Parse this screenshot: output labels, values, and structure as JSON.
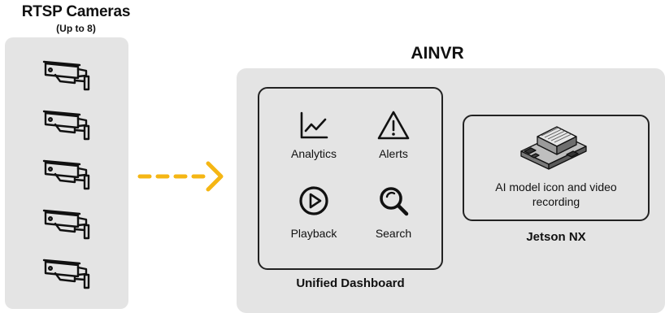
{
  "cameras": {
    "title": "RTSP Cameras",
    "subtitle": "(Up to 8)",
    "count": 5,
    "icon": "security-camera-icon"
  },
  "flow_arrow": {
    "icon": "dashed-arrow-right-icon",
    "color": "#f5b614"
  },
  "ainvr": {
    "title": "AINVR",
    "panel_color": "#e4e4e4"
  },
  "dashboard": {
    "label": "Unified Dashboard",
    "tiles": [
      {
        "label": "Analytics",
        "icon": "line-chart-icon"
      },
      {
        "label": "Alerts",
        "icon": "warning-triangle-icon"
      },
      {
        "label": "Playback",
        "icon": "play-circle-icon"
      },
      {
        "label": "Search",
        "icon": "search-icon"
      }
    ]
  },
  "jetson": {
    "label": "Jetson NX",
    "description": "AI model icon and video recording",
    "icon": "circuit-board-icon"
  }
}
